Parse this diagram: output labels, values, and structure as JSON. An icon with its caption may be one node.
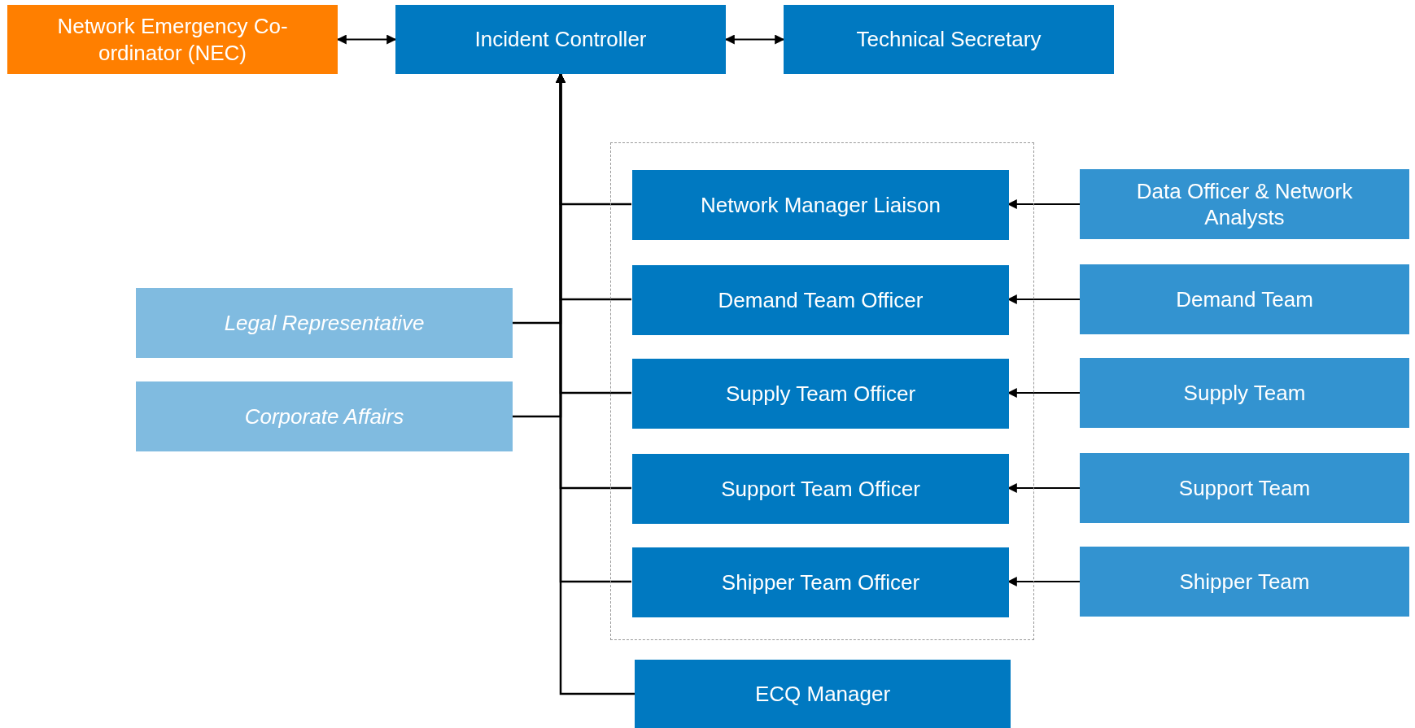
{
  "diagram": {
    "nodes": [
      {
        "text": [
          "Network Emergency Co-ordinator (NEC)"
        ]
      },
      {
        "text": [
          "Incident Controller"
        ]
      },
      {
        "text": [
          "Technical Secretary"
        ]
      },
      {
        "text": [],
        "shape": "box"
      },
      {
        "text": [
          "Network Manager Liaison"
        ],
        "in": 3
      },
      {
        "text": [
          "Data Officer & Network Analysts"
        ]
      },
      {
        "text": [
          "Demand Team Officer"
        ],
        "in": 3
      },
      {
        "text": [
          "Demand Team"
        ]
      },
      {
        "text": [
          "Legal Representative"
        ]
      },
      {
        "text": [
          "Supply Team Officer"
        ],
        "in": 3
      },
      {
        "text": [
          "Supply Team"
        ]
      },
      {
        "text": [
          "Corporate Affairs"
        ]
      },
      {
        "text": [
          "Support Team Officer"
        ],
        "in": 3
      },
      {
        "text": [
          "Support Team"
        ]
      },
      {
        "text": [
          "Shipper Team Officer"
        ],
        "in": 3
      },
      {
        "text": [
          "Shipper Team"
        ]
      },
      {
        "text": [
          "ECQ Manager"
        ]
      }
    ],
    "edges": [
      {
        "from": 0,
        "to": 1,
        "arrow": "both"
      },
      {
        "from": 1,
        "to": 2,
        "arrow": "both"
      },
      {
        "from": 4,
        "to": 1,
        "arrow": "to"
      },
      {
        "from": 6,
        "to": 1,
        "arrow": "to"
      },
      {
        "from": 9,
        "to": 1,
        "arrow": "to"
      },
      {
        "from": 12,
        "to": 1,
        "arrow": "to"
      },
      {
        "from": 14,
        "to": 1,
        "arrow": "to"
      },
      {
        "from": 8,
        "to": 1,
        "arrow": "to"
      },
      {
        "from": 11,
        "to": 1,
        "arrow": "to"
      },
      {
        "from": 16,
        "to": 1,
        "arrow": "to"
      },
      {
        "from": 5,
        "to": 4,
        "arrow": "to"
      },
      {
        "from": 7,
        "to": 6,
        "arrow": "to"
      },
      {
        "from": 10,
        "to": 9,
        "arrow": "to"
      },
      {
        "from": 13,
        "to": 12,
        "arrow": "to"
      },
      {
        "from": 15,
        "to": 14,
        "arrow": "to"
      }
    ]
  }
}
